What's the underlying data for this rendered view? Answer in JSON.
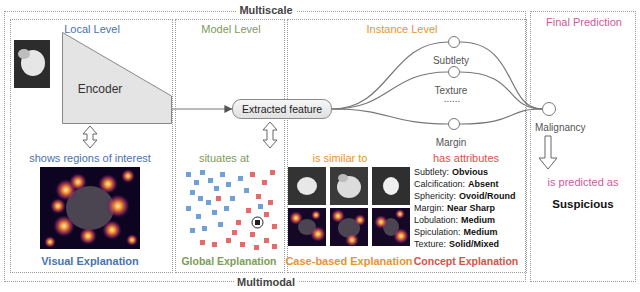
{
  "diagram": {
    "nodes": [
      {
        "text": [
          "Multiscale",
          "Multimodal"
        ]
      },
      {
        "text": [
          "Local Level"
        ],
        "in": 0
      },
      {
        "text": [
          "Encoder"
        ],
        "in": 1
      },
      {
        "text": [
          "Model Level"
        ],
        "in": 0
      },
      {
        "text": [
          "Instance Level"
        ],
        "in": 0
      },
      {
        "text": [
          "Extracted feature"
        ],
        "in": 0
      },
      {
        "text": [
          "Subtlety"
        ],
        "in": 4
      },
      {
        "text": [
          "Texture"
        ],
        "in": 4
      },
      {
        "text": [
          "Margin"
        ],
        "in": 4
      },
      {
        "text": [
          "Final Prediction"
        ]
      },
      {
        "text": [
          "Malignancy"
        ],
        "in": 9
      }
    ],
    "edges": [
      {
        "from": 2,
        "to": 5,
        "arrow": "to"
      },
      {
        "from": 5,
        "to": 6,
        "arrow": "none"
      },
      {
        "from": 5,
        "to": 7,
        "arrow": "none"
      },
      {
        "from": 5,
        "to": 8,
        "arrow": "none"
      },
      {
        "from": 6,
        "to": 10,
        "arrow": "none"
      },
      {
        "from": 7,
        "to": 10,
        "arrow": "none"
      },
      {
        "from": 8,
        "to": 10,
        "arrow": "none"
      }
    ],
    "labels": [
      "shows regions of interest",
      "Visual Explanation",
      "situates at",
      "Global Explanation",
      "is similar to",
      "Case-based Explanation",
      "has attributes",
      "Subtlety:",
      "Obvious",
      "Calcification:",
      "Absent",
      "Sphericity:",
      "Ovoid/Round",
      "Margin:",
      "Near Sharp",
      "Lobulation:",
      "Medium",
      "Spiculation:",
      "Medium",
      "Texture:",
      "Solid/Mixed",
      "Concept Explanation",
      "......",
      "is predicted as",
      "Suspicious"
    ]
  }
}
